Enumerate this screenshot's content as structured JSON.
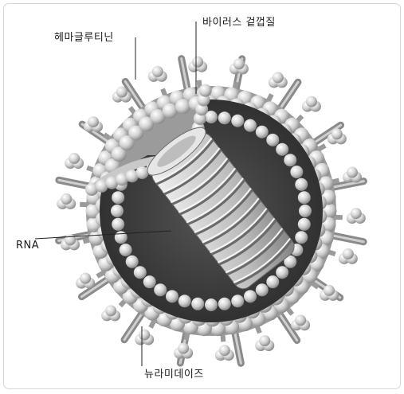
{
  "labels": {
    "hemagglutinin": "헤마글루티닌",
    "viral_envelope": "바이러스 겉껍질",
    "rna": "RNA",
    "neuraminidase": "뉴라미데이즈"
  },
  "colors": {
    "background": "#ffffff",
    "frame_border": "#d6d6d6",
    "core_dark": "#3a3a3a",
    "sphere_light": "#eeeeee",
    "sphere_shadow": "#8c8c8c",
    "leader_line": "#222222"
  },
  "icons": {
    "hemagglutinin_spike": "mushroom-spike",
    "neuraminidase_spike": "rod-spike",
    "rna_coil": "ribbed-cylinder"
  }
}
